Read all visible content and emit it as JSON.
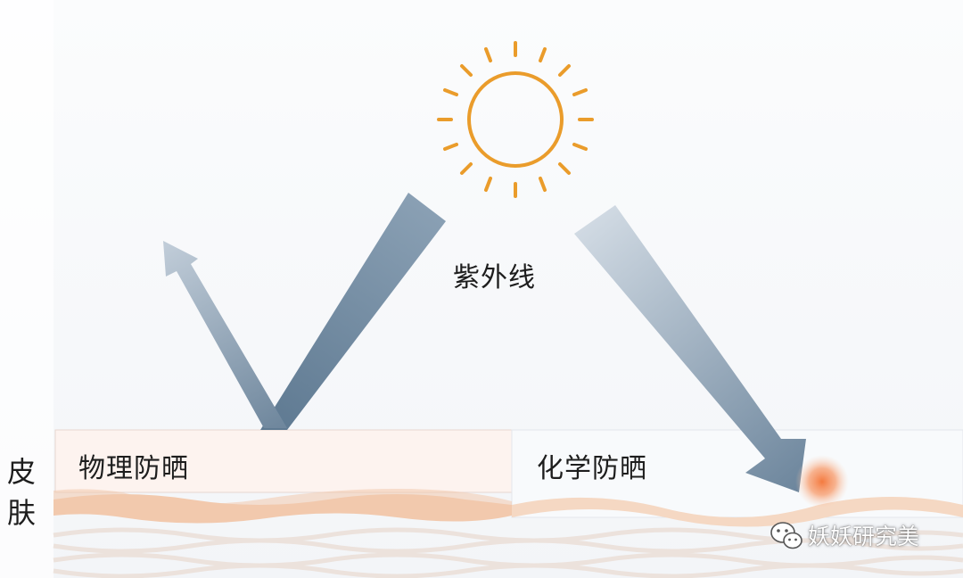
{
  "diagram": {
    "uv_label": "紫外线",
    "physical_label": "物理防晒",
    "chemical_label": "化学防晒",
    "skin_label": "皮\n肤",
    "watermark_text": "妖妖研究美",
    "colors": {
      "sun": "#EA9C2B",
      "arrow_dark": "#6C859C",
      "arrow_light": "#C9D4DE",
      "skin": "#F0C6AA",
      "hotspot": "#F47A3F",
      "background": "#F6F7F9"
    },
    "icons": [
      "sun-icon",
      "wechat-icon"
    ]
  }
}
